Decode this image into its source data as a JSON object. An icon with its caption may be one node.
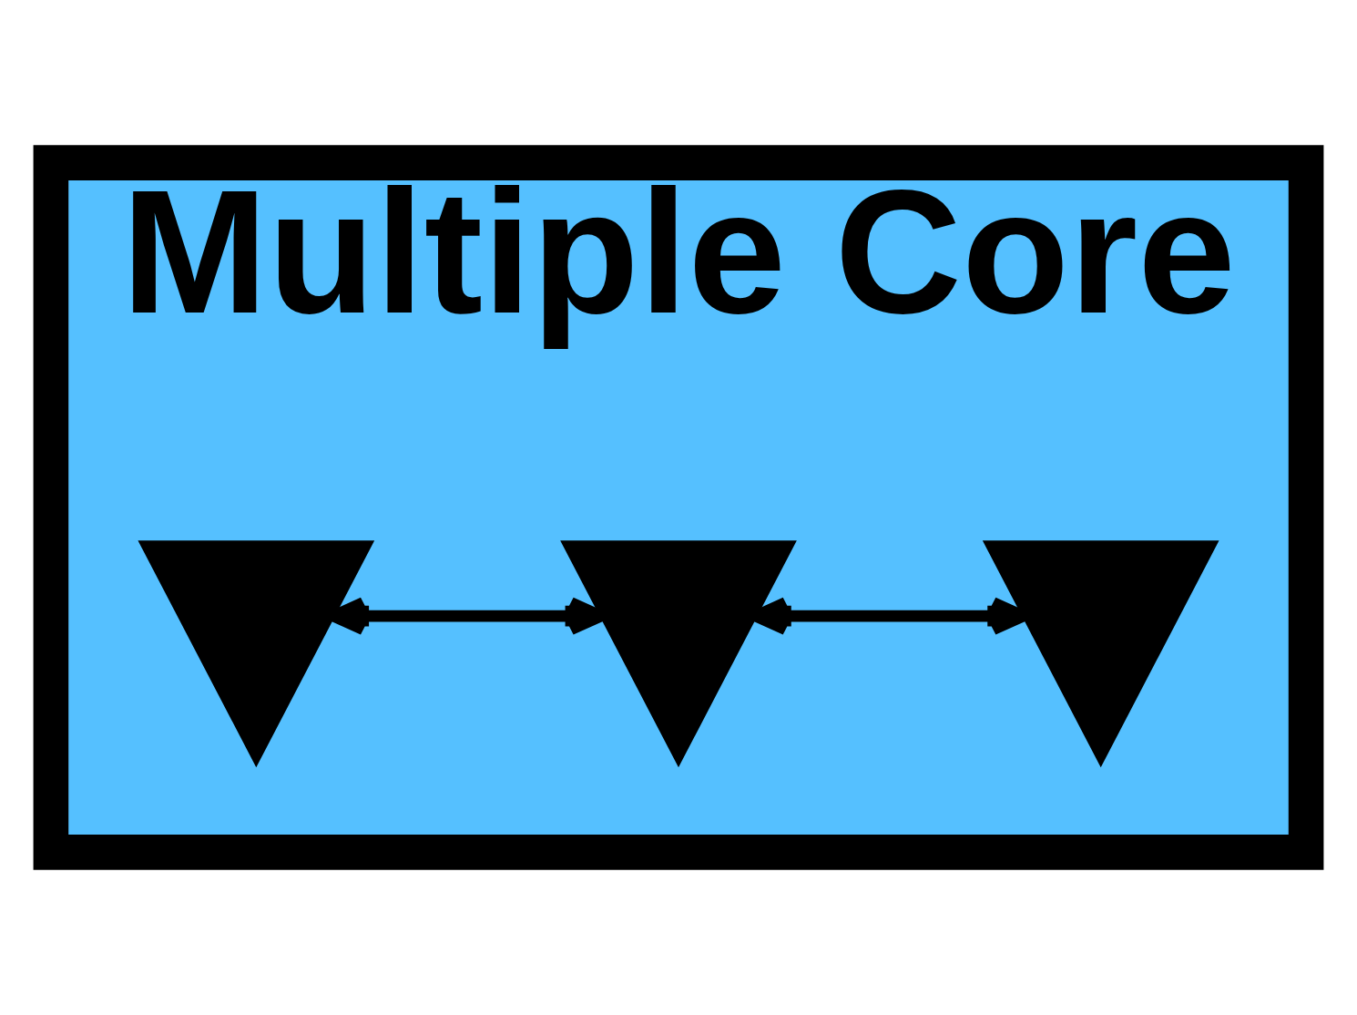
{
  "diagram": {
    "nodes": [
      {
        "text": [
          "Multiple Core"
        ]
      },
      {
        "text": [],
        "shape": "arrow",
        "in": 0
      },
      {
        "text": [],
        "shape": "arrow",
        "in": 0
      },
      {
        "text": [],
        "shape": "arrow",
        "in": 0
      }
    ],
    "edges": [
      {
        "from": 1,
        "to": 2,
        "arrow": "both"
      },
      {
        "from": 2,
        "to": 3,
        "arrow": "both"
      }
    ]
  }
}
